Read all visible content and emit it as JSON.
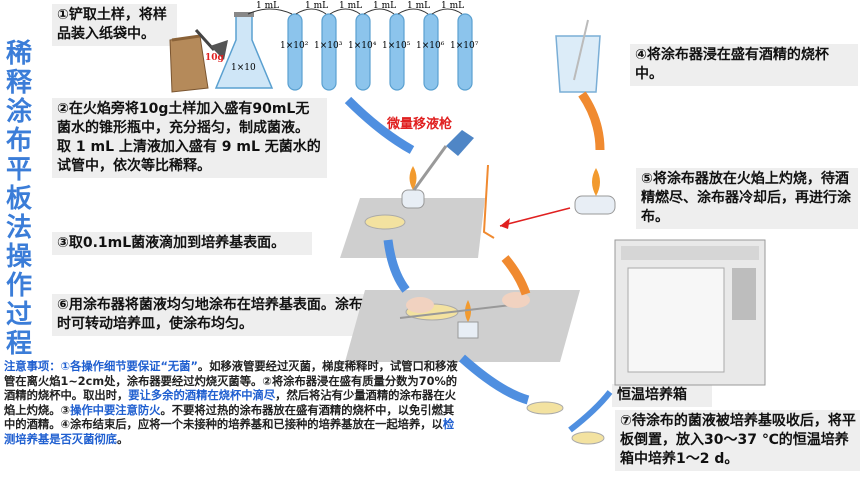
{
  "title_chars": [
    "稀",
    "释",
    "涂",
    "布",
    "平",
    "板",
    "法",
    "操",
    "作",
    "过",
    "程"
  ],
  "steps": {
    "s1": "①铲取土样，将样品装入纸袋中。",
    "s2": "②在火焰旁将10g土样加入盛有90mL无菌水的锥形瓶中，充分摇匀，制成菌液。取 1 mL 上清液加入盛有 9 mL 无菌水的试管中，依次等比稀释。",
    "s3": "③取0.1mL菌液滴加到培养基表面。",
    "s4": "④将涂布器浸在盛有酒精的烧杯中。",
    "s5": "⑤将涂布器放在火焰上灼烧，待酒精燃尽、涂布器冷却后，再进行涂布。",
    "s6": "⑥用涂布器将菌液均匀地涂布在培养基表面。涂布时可转动培养皿，使涂布均匀。",
    "s7": "⑦待涂布的菌液被培养基吸收后，将平板倒置，放入30～37 ℃的恒温培养箱中培养1～2 d。"
  },
  "labels": {
    "pipette": "微量移液枪",
    "incubator": "恒温培养箱",
    "soil_mass": "10g",
    "flask": "1×10",
    "transfer": "1 mL",
    "tubes": [
      "1×10²",
      "1×10³",
      "1×10⁴",
      "1×10⁵",
      "1×10⁶",
      "1×10⁷"
    ]
  },
  "notes": {
    "heading": "注意事项：",
    "p1": "①各操作细节要保证“无菌”",
    "p2": "。如移液管要经过灭菌，梯度稀释时，试管口和移液管在离火焰1~2cm处，涂布器要经过灼烧灭菌等。②将涂布器浸在盛有质量分数为70%的酒精的烧杯中。取出时，",
    "p3": "要让多余的酒精在烧杯中滴尽",
    "p4": "，然后将沾有少量酒精的涂布器在火焰上灼烧。③",
    "p5": "操作中要注意防火",
    "p6": "。不要将过热的涂布器放在盛有酒精的烧杯中，以免引燃其中的酒精。④涂布结束后，应将一个未接种的培养基和已接种的培养基放在一起培养，以",
    "p7": "检测培养基是否灭菌彻底",
    "p8": "。"
  },
  "colors": {
    "title": "#3b7dd8",
    "arrow_blue": "#4f8fe0",
    "arrow_orange": "#f08a30",
    "red": "#e02020"
  }
}
